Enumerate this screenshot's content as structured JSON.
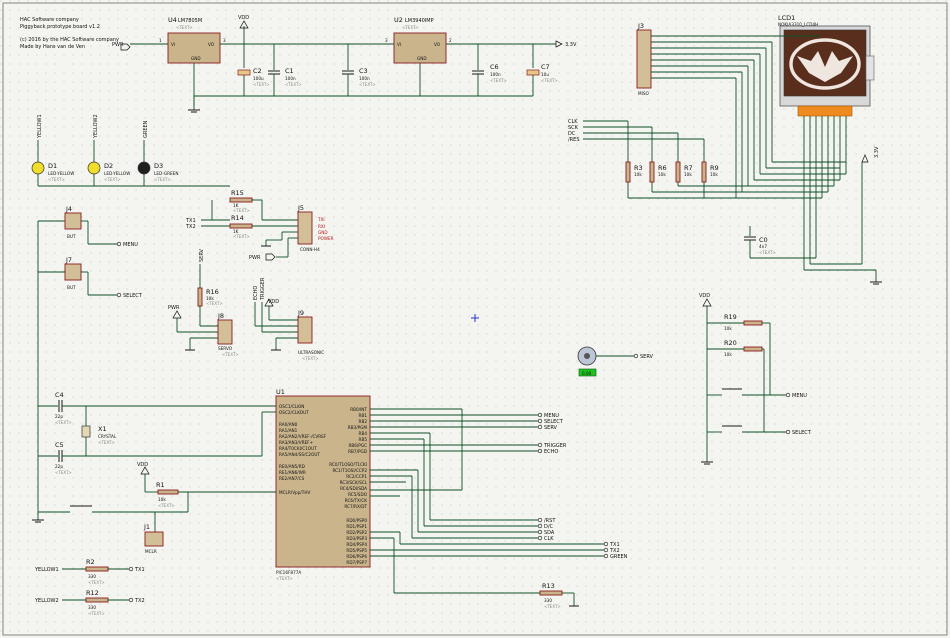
{
  "header": {
    "line1": "HAC Software company",
    "line2": "Piggyback prototype board v1.2",
    "line3": "(c) 2016 by the HAC Software company",
    "line4": "Made by Hans van de Ven"
  },
  "text_placeholder": "<TEXT>",
  "colors": {
    "wire": "#0e4f24",
    "body": "#8a1c1c",
    "fill": "#c9b48c",
    "grid": "#c8c8c8",
    "background": "#f4f4f0"
  },
  "regulators": {
    "u4": {
      "ref": "U4",
      "part": "LM7805M",
      "vi": "VI",
      "vo": "VO",
      "gnd": "GND",
      "pin_in": "1",
      "pin_out": "3",
      "pin_gnd": "2"
    },
    "u2": {
      "ref": "U2",
      "part": "LM3940IMP",
      "vi": "VI",
      "vo": "VO",
      "gnd": "GND",
      "pin_in": "3",
      "pin_out": "2",
      "pin_gnd": "1"
    }
  },
  "capacitors": [
    {
      "ref": "C2",
      "value": "100u"
    },
    {
      "ref": "C1",
      "value": "100n"
    },
    {
      "ref": "C3",
      "value": "100n"
    },
    {
      "ref": "C6",
      "value": "100n"
    },
    {
      "ref": "C7",
      "value": "10u"
    },
    {
      "ref": "C4",
      "value": "22p"
    },
    {
      "ref": "C5",
      "value": "22p"
    },
    {
      "ref": "C0",
      "value": "4n7"
    }
  ],
  "power": {
    "pwr": "PWR",
    "vdd": "VDD",
    "v33": "3.3V"
  },
  "leds": [
    {
      "ref": "D1",
      "label": "LED-YELLOW",
      "net": "YELLOW1"
    },
    {
      "ref": "D2",
      "label": "LED-YELLOW",
      "net": "YELLOW2"
    },
    {
      "ref": "D3",
      "label": "LED-GREEN",
      "net": "GREEN"
    }
  ],
  "connectors": {
    "j3": {
      "ref": "J3",
      "part": "MISO"
    },
    "j4": {
      "ref": "J4",
      "part": "BUT"
    },
    "j7": {
      "ref": "J7",
      "part": "BUT"
    },
    "j5": {
      "ref": "J5",
      "part": "CONN-H4",
      "pins": [
        "TXI",
        "RXI",
        "GND",
        "POWER"
      ]
    },
    "j8": {
      "ref": "J8",
      "part": "SERVO"
    },
    "j9": {
      "ref": "J9",
      "part": "ULTRASONIC"
    },
    "j1": {
      "ref": "J1",
      "part": "MCLR"
    }
  },
  "resistors": [
    {
      "ref": "R15",
      "value": "1K"
    },
    {
      "ref": "R14",
      "value": "1K"
    },
    {
      "ref": "R16",
      "value": "10k"
    },
    {
      "ref": "R1",
      "value": "10k"
    },
    {
      "ref": "R2",
      "value": "330"
    },
    {
      "ref": "R12",
      "value": "330"
    },
    {
      "ref": "R13",
      "value": "330"
    },
    {
      "ref": "R3",
      "value": "10k"
    },
    {
      "ref": "R6",
      "value": "10k"
    },
    {
      "ref": "R7",
      "value": "10k"
    },
    {
      "ref": "R9",
      "value": "10k"
    },
    {
      "ref": "R19",
      "value": "10k"
    },
    {
      "ref": "R20",
      "value": "10k"
    }
  ],
  "crystal": {
    "ref": "X1",
    "part": "CRYSTAL"
  },
  "lcd": {
    "ref": "LCD1",
    "part": "NOKIA3310_LCD4H"
  },
  "nets": {
    "menu": "MENU",
    "select": "SELECT",
    "serv": "SERV",
    "trigger": "TRIGGER",
    "echo": "ECHO",
    "rst": "/RST",
    "dc": "D/C",
    "sda": "SDA",
    "clk": "CLK",
    "res": "/RES",
    "sck": "SCK",
    "dc2": "DC",
    "tx1": "TX1",
    "tx2": "TX2",
    "green": "GREEN",
    "yellow1": "YELLOW1",
    "yellow2": "YELLOW2"
  },
  "mcu": {
    "ref": "U1",
    "part": "PIC16F877A",
    "left_pins": [
      "OSC1/CLKIN",
      "OSC2/CLKOUT",
      "RA0/AN0",
      "RA1/AN1",
      "RA2/AN2/VREF-/CVREF",
      "RA3/AN3/VREF+",
      "RA4/T0CKI/C1OUT",
      "RA5/AN4/SS/C2OUT",
      "RE0/AN5/RD",
      "RE1/AN6/WR",
      "RE2/AN7/CS",
      "MCLR/Vpp/THV"
    ],
    "right_pins": [
      "RB0/INT",
      "RB1",
      "RB2",
      "RB3/PGM",
      "RB4",
      "RB5",
      "RB6/PGC",
      "RB7/PGD",
      "RC0/T1OSO/T1CKI",
      "RC1/T1OSI/CCP2",
      "RC2/CCP1",
      "RC3/SCK/SCL",
      "RC4/SDI/SDA",
      "RC5/SDO",
      "RC6/TX/CK",
      "RC7/RX/DT",
      "RD0/PSP0",
      "RD1/PSP1",
      "RD2/PSP2",
      "RD3/PSP3",
      "RD4/PSP4",
      "RD5/PSP5",
      "RD6/PSP6",
      "RD7/PSP7"
    ]
  },
  "motor": {
    "tag": "0.00"
  }
}
